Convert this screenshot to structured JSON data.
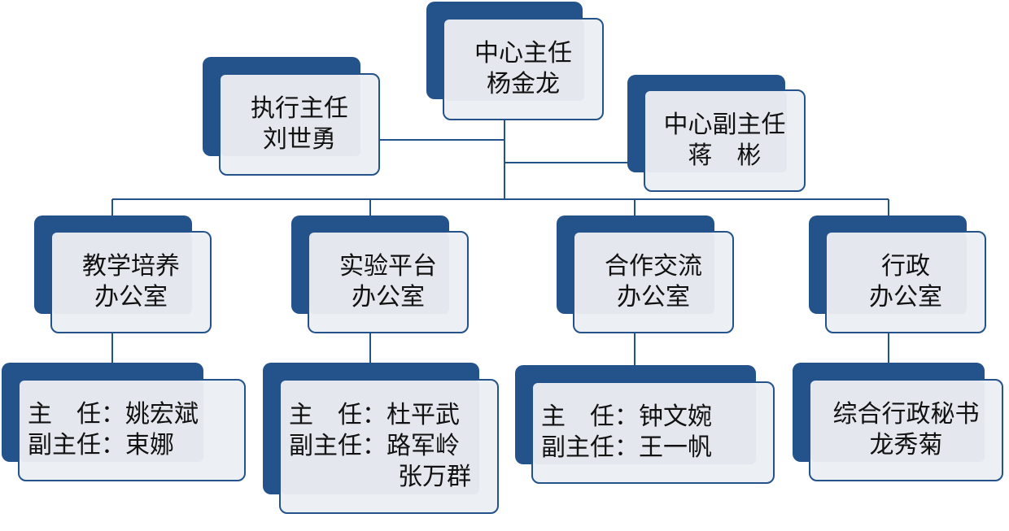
{
  "top": {
    "director": {
      "title": "中心主任",
      "name": "杨金龙"
    },
    "executive": {
      "title": "执行主任",
      "name": "刘世勇"
    },
    "deputy": {
      "title": "中心副主任",
      "name": "蒋　彬"
    }
  },
  "offices": [
    {
      "line1": "教学培养",
      "line2": "办公室"
    },
    {
      "line1": "实验平台",
      "line2": "办公室"
    },
    {
      "line1": "合作交流",
      "line2": "办公室"
    },
    {
      "line1": "行政",
      "line2": "办公室"
    }
  ],
  "staff": [
    {
      "row1": "主　任：姚宏斌",
      "row2": "副主任：束娜"
    },
    {
      "row1": "主　任：杜平武",
      "row2": "副主任：路军岭",
      "row3": "张万群"
    },
    {
      "row1": "主　任：钟文婉",
      "row2": "副主任：王一帆"
    },
    {
      "row1": "综合行政秘书",
      "row2": "龙秀菊"
    }
  ],
  "colors": {
    "node_dark": "#24528a",
    "node_light": "#eceff4",
    "line": "#24528a"
  }
}
